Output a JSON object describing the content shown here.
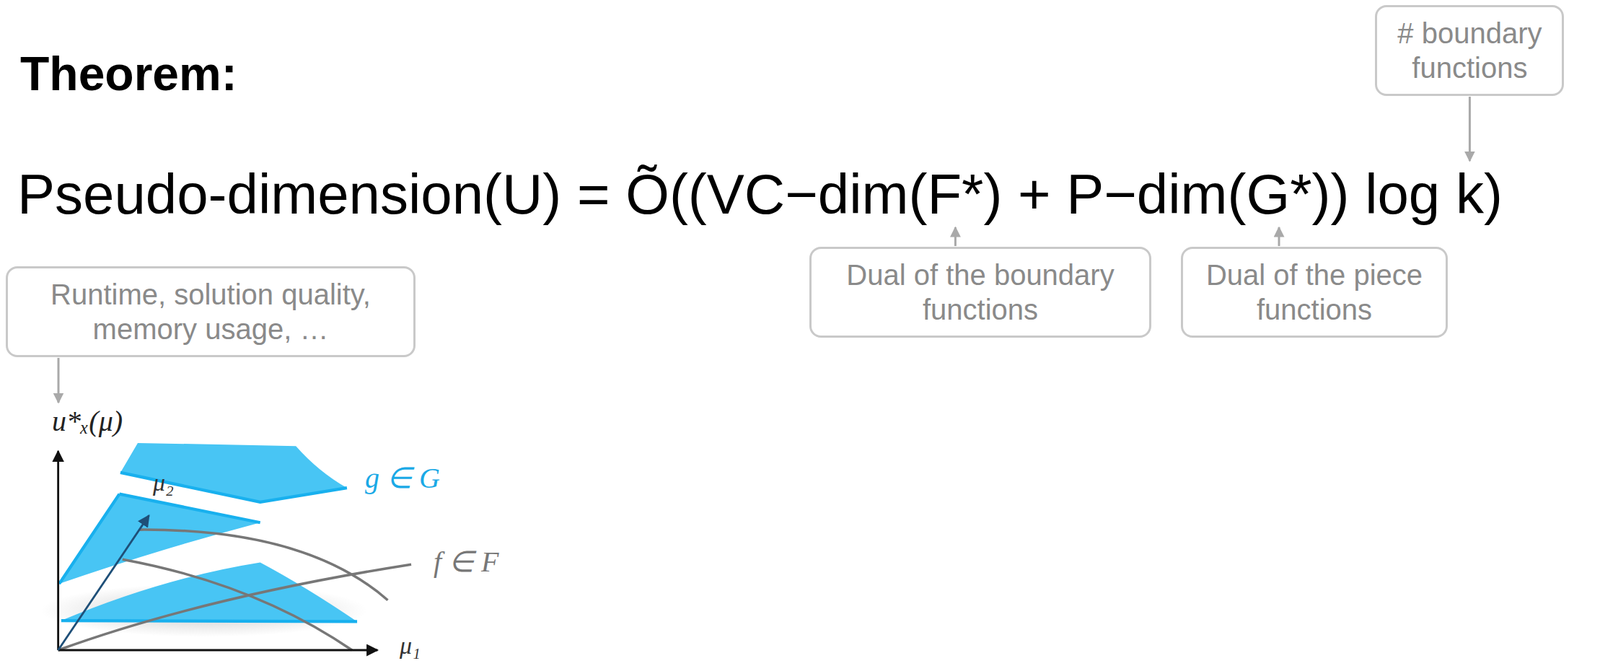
{
  "diagram": {
    "title": "Theorem:",
    "nodes": [
      {
        "text": [
          "# boundary functions"
        ]
      },
      {
        "text": [
          "Runtime, solution quality, memory usage, …"
        ]
      },
      {
        "text": [
          "Dual of the boundary functions"
        ]
      },
      {
        "text": [
          "Dual of the piece functions"
        ]
      }
    ],
    "labels": [
      "Pseudo-dimension(U) = Õ((VC−dim(F*) + P−dim(G*)) log k)",
      "u*ₓ(μ)",
      "g ∈ G",
      "μ₂",
      "f ∈ F",
      "μ₁"
    ]
  }
}
